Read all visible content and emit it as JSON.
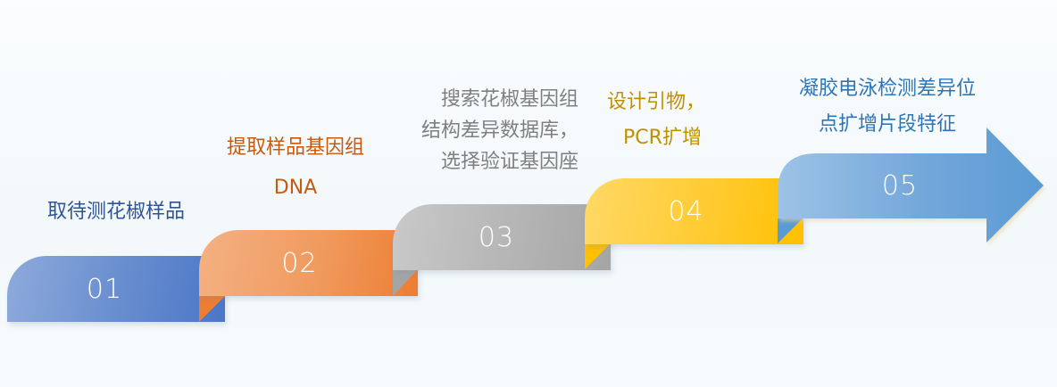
{
  "diagram": {
    "type": "step-process",
    "steps": [
      {
        "number": "01",
        "lines": [
          "取待测花椒样品"
        ],
        "color": "#4f7ac8",
        "text_color": "#2f5496"
      },
      {
        "number": "02",
        "lines": [
          "提取样品基因组",
          "DNA"
        ],
        "color": "#ed7d31",
        "text_color": "#c55a11"
      },
      {
        "number": "03",
        "lines": [
          "搜索花椒基因组",
          "结构差异数据库，",
          "选择验证基因座"
        ],
        "color": "#a5a5a5",
        "text_color": "#7f7f7f"
      },
      {
        "number": "04",
        "lines": [
          "设计引物，",
          "PCR扩增"
        ],
        "color": "#ffc000",
        "text_color": "#bf9000"
      },
      {
        "number": "05",
        "lines": [
          "凝胶电泳检测差异位",
          "点扩增片段特征"
        ],
        "color": "#5b9bd5",
        "text_color": "#2e75b6"
      }
    ]
  }
}
